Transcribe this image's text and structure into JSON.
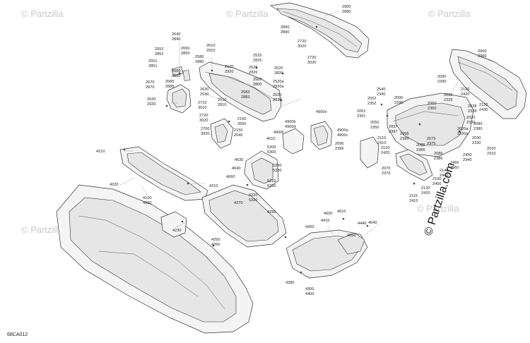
{
  "diagram": {
    "code": "68CA012",
    "watermark_brand": "© Partzilla.com",
    "watermark_repeat": "© Partzilla"
  },
  "callouts": [
    {
      "id": "c2900",
      "l1": "2900",
      "l2": "2880"
    },
    {
      "id": "c2890",
      "l1": "2890",
      "l2": "2890"
    },
    {
      "id": "c2720a",
      "l1": "2720",
      "l2": "3020"
    },
    {
      "id": "c2730a",
      "l1": "2730",
      "l2": "3030"
    },
    {
      "id": "c2640",
      "l1": "2640",
      "l2": "2840"
    },
    {
      "id": "c2552",
      "l1": "2552",
      "l2": "2852"
    },
    {
      "id": "c2650",
      "l1": "2650",
      "l2": "2850"
    },
    {
      "id": "c2551",
      "l1": "2551",
      "l2": "2851"
    },
    {
      "id": "c2610",
      "l1": "2610",
      "l2": "2910"
    },
    {
      "id": "c2580",
      "l1": "2580",
      "l2": "2880"
    },
    {
      "id": "c2660",
      "l1": "2660",
      "l2": "2860"
    },
    {
      "id": "c2525",
      "l1": "2525",
      "l2": "2825"
    },
    {
      "id": "c2526",
      "l1": "2526",
      "l2": "2826"
    },
    {
      "id": "c2520",
      "l1": "2520",
      "l2": "2820"
    },
    {
      "id": "c2620",
      "l1": "2620",
      "l2": "2920"
    },
    {
      "id": "c2670",
      "l1": "2670",
      "l2": "2870"
    },
    {
      "id": "c2585",
      "l1": "2585",
      "l2": "2885"
    },
    {
      "id": "c2500",
      "l1": "2500",
      "l2": "2800"
    },
    {
      "id": "c2520a",
      "l1": "2520a",
      "l2": "2820a"
    },
    {
      "id": "c2630",
      "l1": "2630",
      "l2": "2930"
    },
    {
      "id": "c2583",
      "l1": "2583",
      "l2": "2883"
    },
    {
      "id": "c2530",
      "l1": "2530",
      "l2": "2830"
    },
    {
      "id": "c2620b",
      "l1": "2620",
      "l2": "2920"
    },
    {
      "id": "c2710",
      "l1": "2710",
      "l2": "3010"
    },
    {
      "id": "c2510",
      "l1": "2510",
      "l2": "2810"
    },
    {
      "id": "c2720b",
      "l1": "2720",
      "l2": "3020"
    },
    {
      "id": "c2160",
      "l1": "2160",
      "l2": "2650"
    },
    {
      "id": "c4900e",
      "l1": "4900e",
      "l2": ""
    },
    {
      "id": "c4900b",
      "l1": "4900b",
      "l2": "4900d"
    },
    {
      "id": "c2700",
      "l1": "2700",
      "l2": "3000"
    },
    {
      "id": "c2150",
      "l1": "2150",
      "l2": "2640"
    },
    {
      "id": "c4900f",
      "l1": "4900f",
      "l2": ""
    },
    {
      "id": "c4610a",
      "l1": "4610",
      "l2": ""
    },
    {
      "id": "c4900a",
      "l1": "4900a",
      "l2": "4900c"
    },
    {
      "id": "c2000",
      "l1": "2000",
      "l2": "2300"
    },
    {
      "id": "c2090",
      "l1": "2090",
      "l2": "2390"
    },
    {
      "id": "c2120",
      "l1": "2120",
      "l2": "2420"
    },
    {
      "id": "c2025",
      "l1": "2025",
      "l2": "2325"
    },
    {
      "id": "c2540",
      "l1": "2540",
      "l2": "2340"
    },
    {
      "id": "c2052",
      "l1": "2052",
      "l2": "2352"
    },
    {
      "id": "c2090b",
      "l1": "2090",
      "l2": "2390"
    },
    {
      "id": "c2060",
      "l1": "2060",
      "l2": "2360"
    },
    {
      "id": "c2028",
      "l1": "2028",
      "l2": "2328"
    },
    {
      "id": "c2130",
      "l1": "2130",
      "l2": "2430"
    },
    {
      "id": "c2020",
      "l1": "2020",
      "l2": "2320"
    },
    {
      "id": "c2051",
      "l1": "2051",
      "l2": "2351"
    },
    {
      "id": "c2050",
      "l1": "2050",
      "l2": "2350"
    },
    {
      "id": "c2097",
      "l1": "2097",
      "l2": "2397"
    },
    {
      "id": "c2080",
      "l1": "2080",
      "l2": "2380"
    },
    {
      "id": "c2020a",
      "l1": "2020a",
      "l2": "2320a"
    },
    {
      "id": "c2110",
      "l1": "2110",
      "l2": "2410"
    },
    {
      "id": "c2095",
      "l1": "2095",
      "l2": "2395"
    },
    {
      "id": "c2075",
      "l1": "2075",
      "l2": "2375"
    },
    {
      "id": "c2030",
      "l1": "2030",
      "l2": "2330"
    },
    {
      "id": "c2096",
      "l1": "2096",
      "l2": "2396"
    },
    {
      "id": "c2120b",
      "l1": "2120",
      "l2": "2420"
    },
    {
      "id": "c2085",
      "l1": "2085",
      "l2": "2385"
    },
    {
      "id": "c2010",
      "l1": "2010",
      "l2": "2310"
    },
    {
      "id": "c2086",
      "l1": "2086",
      "l2": "2386"
    },
    {
      "id": "c2450",
      "l1": "2450",
      "l2": "2940"
    },
    {
      "id": "c2460",
      "l1": "2460",
      "l2": "2960"
    },
    {
      "id": "c2070",
      "l1": "2070",
      "l2": "2370"
    },
    {
      "id": "c2140",
      "l1": "2140",
      "l2": "2440"
    },
    {
      "id": "c2100",
      "l1": "2100",
      "l2": "2400"
    },
    {
      "id": "c2120c",
      "l1": "2120",
      "l2": "2420"
    },
    {
      "id": "c2115",
      "l1": "2115",
      "l2": "2415"
    },
    {
      "id": "c4210",
      "l1": "4210",
      "l2": ""
    },
    {
      "id": "c4630",
      "l1": "4630",
      "l2": ""
    },
    {
      "id": "c5200",
      "l1": "5200",
      "l2": "5300"
    },
    {
      "id": "c4640",
      "l1": "4640",
      "l2": ""
    },
    {
      "id": "c5230",
      "l1": "5230",
      "l2": "5330"
    },
    {
      "id": "c4660",
      "l1": "4660",
      "l2": ""
    },
    {
      "id": "c4220",
      "l1": "4220",
      "l2": ""
    },
    {
      "id": "c4210b",
      "l1": "4210",
      "l2": ""
    },
    {
      "id": "c5210",
      "l1": "5210",
      "l2": "5310"
    },
    {
      "id": "c5220",
      "l1": "5220",
      "l2": "5320"
    },
    {
      "id": "c4270",
      "l1": "4270",
      "l2": ""
    },
    {
      "id": "c4100",
      "l1": "4100",
      "l2": "4200"
    },
    {
      "id": "c4290",
      "l1": "4290",
      "l2": ""
    },
    {
      "id": "c4650",
      "l1": "4650",
      "l2": ""
    },
    {
      "id": "c4610b",
      "l1": "4610",
      "l2": ""
    },
    {
      "id": "c4410",
      "l1": "4410",
      "l2": ""
    },
    {
      "id": "c4040",
      "l1": "4040",
      "l2": ""
    },
    {
      "id": "c4440",
      "l1": "4440",
      "l2": ""
    },
    {
      "id": "c4230",
      "l1": "4230",
      "l2": ""
    },
    {
      "id": "c4420",
      "l1": "4420",
      "l2": ""
    },
    {
      "id": "c4050",
      "l1": "4050",
      "l2": ""
    },
    {
      "id": "c4250",
      "l1": "4250",
      "l2": "4260"
    },
    {
      "id": "c4280",
      "l1": "4280",
      "l2": ""
    },
    {
      "id": "c4300",
      "l1": "4300",
      "l2": "4400"
    }
  ]
}
